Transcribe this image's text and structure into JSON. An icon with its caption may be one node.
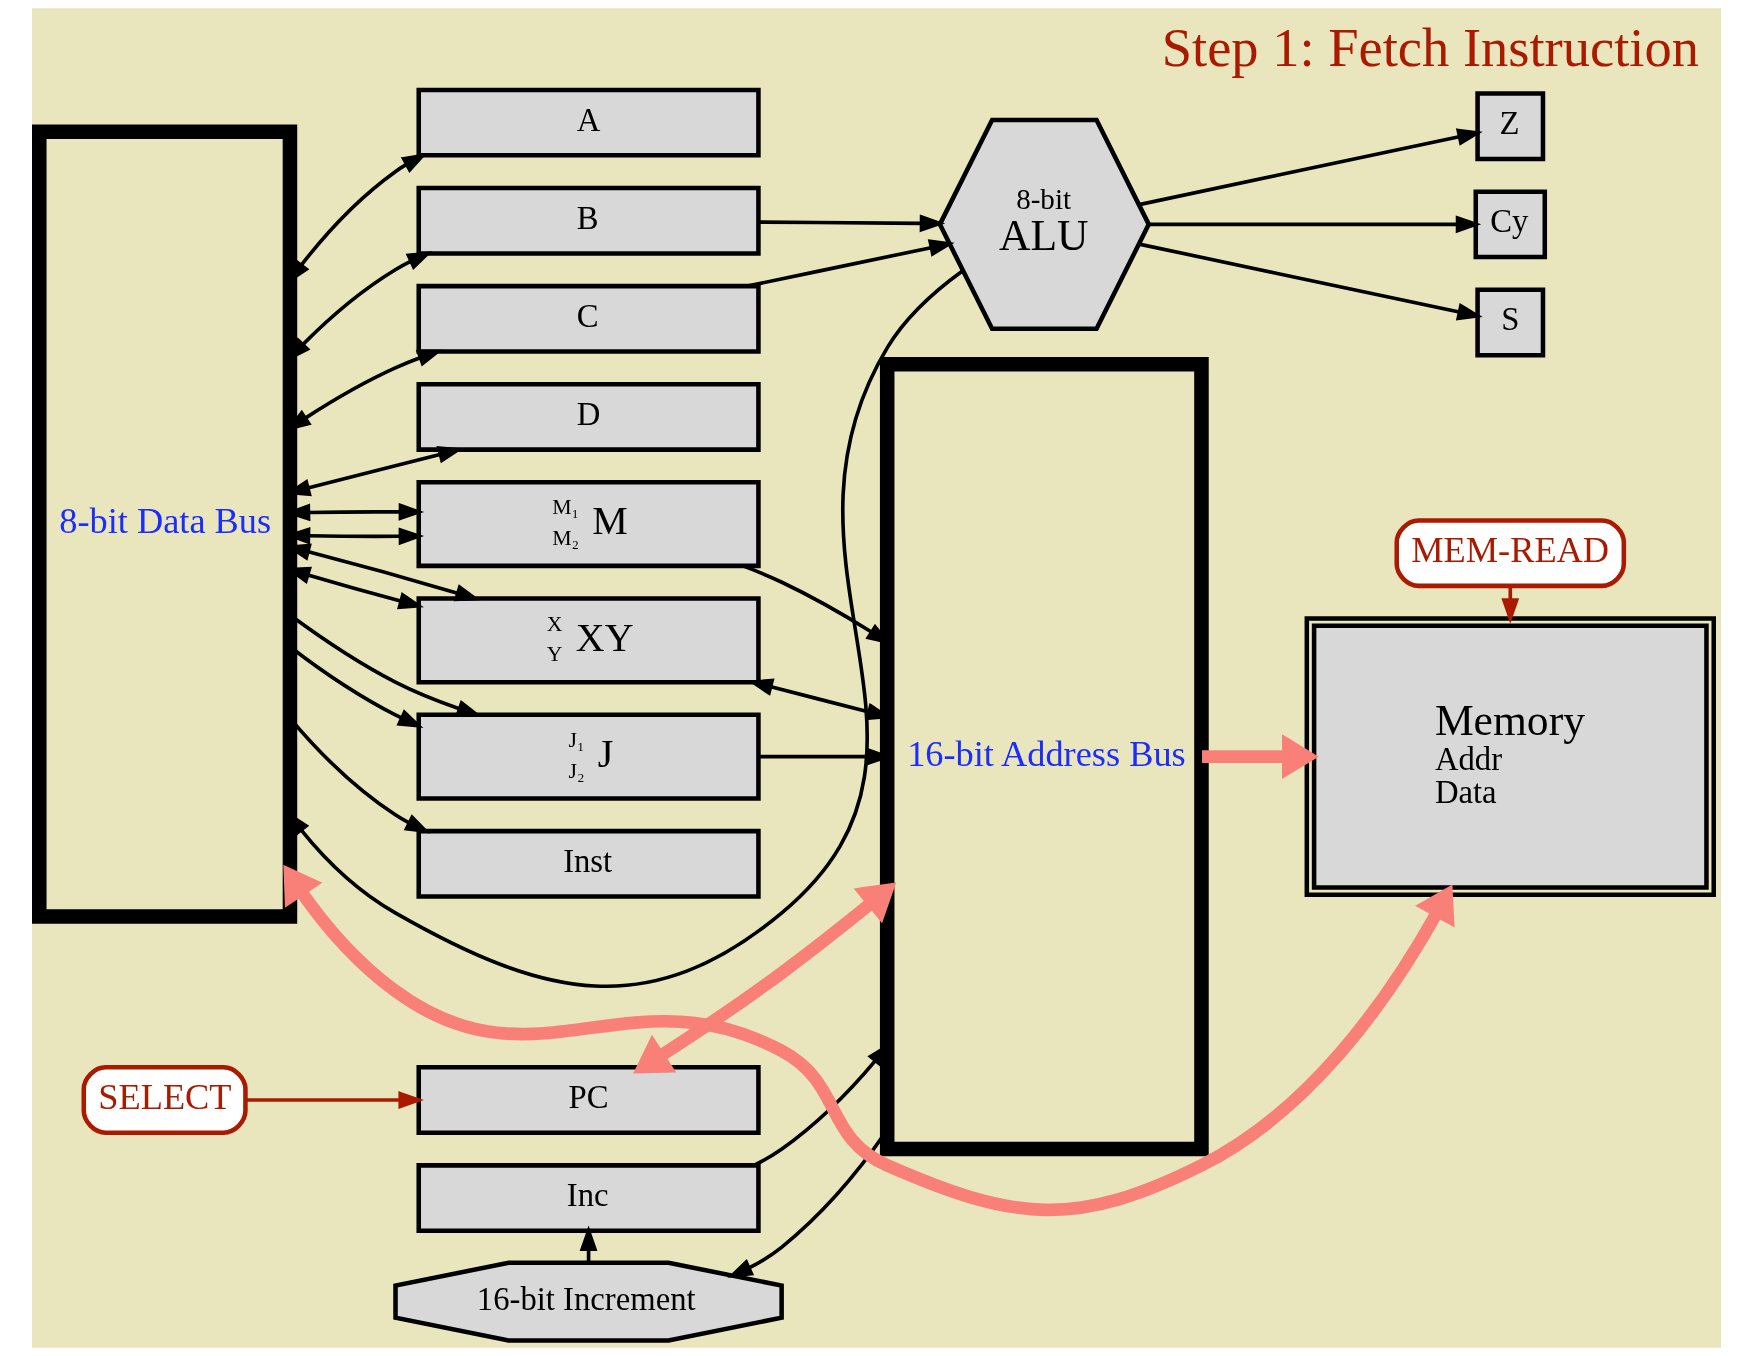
{
  "diagram": {
    "title": "Step 1: Fetch Instruction",
    "nodes": [
      {
        "text": [
          "8-bit Data Bus"
        ]
      },
      {
        "text": [
          "A"
        ]
      },
      {
        "text": [
          "B"
        ]
      },
      {
        "text": [
          "C"
        ]
      },
      {
        "text": [
          "D"
        ]
      },
      {
        "text": [
          "M₁",
          "M₂",
          "M"
        ]
      },
      {
        "text": [
          "X",
          "Y",
          "XY"
        ]
      },
      {
        "text": [
          "J₁",
          "J₂",
          "J"
        ]
      },
      {
        "text": [
          "Inst"
        ]
      },
      {
        "text": [
          "PC"
        ]
      },
      {
        "text": [
          "Inc"
        ]
      },
      {
        "text": [
          "16-bit Increment"
        ]
      },
      {
        "text": [
          "16-bit Address Bus"
        ]
      },
      {
        "text": [
          "8-bit",
          "ALU"
        ]
      },
      {
        "text": [
          "Z"
        ]
      },
      {
        "text": [
          "Cy"
        ]
      },
      {
        "text": [
          "S"
        ]
      },
      {
        "text": [
          "SELECT"
        ]
      },
      {
        "text": [
          "MEM-READ"
        ]
      },
      {
        "text": [
          "Memory",
          "Addr",
          "Data"
        ]
      }
    ],
    "edges": [
      {
        "from": 0,
        "to": 1,
        "arrow": "both"
      },
      {
        "from": 0,
        "to": 2,
        "arrow": "both"
      },
      {
        "from": 0,
        "to": 3,
        "arrow": "both"
      },
      {
        "from": 0,
        "to": 4,
        "arrow": "both"
      },
      {
        "from": 0,
        "to": 5,
        "arrow": "both"
      },
      {
        "from": 0,
        "to": 5,
        "arrow": "both"
      },
      {
        "from": 0,
        "to": 6,
        "arrow": "both"
      },
      {
        "from": 0,
        "to": 6,
        "arrow": "both"
      },
      {
        "from": 0,
        "to": 7,
        "arrow": "to"
      },
      {
        "from": 0,
        "to": 7,
        "arrow": "to"
      },
      {
        "from": 0,
        "to": 8,
        "arrow": "to"
      },
      {
        "from": 2,
        "to": 13,
        "arrow": "to"
      },
      {
        "from": 3,
        "to": 13,
        "arrow": "to"
      },
      {
        "from": 13,
        "to": 0,
        "arrow": "to"
      },
      {
        "from": 13,
        "to": 14,
        "arrow": "to"
      },
      {
        "from": 13,
        "to": 15,
        "arrow": "to"
      },
      {
        "from": 13,
        "to": 16,
        "arrow": "to"
      },
      {
        "from": 5,
        "to": 12,
        "arrow": "to"
      },
      {
        "from": 6,
        "to": 12,
        "arrow": "both"
      },
      {
        "from": 7,
        "to": 12,
        "arrow": "to"
      },
      {
        "from": 9,
        "to": 12,
        "arrow": "both",
        "style": "thick",
        "color": "#f88078"
      },
      {
        "from": 10,
        "to": 12,
        "arrow": "to"
      },
      {
        "from": 11,
        "to": 10,
        "arrow": "to"
      },
      {
        "from": 12,
        "to": 11,
        "arrow": "to"
      },
      {
        "from": 12,
        "to": 19,
        "arrow": "to",
        "style": "thick",
        "color": "#f88078"
      },
      {
        "from": 19,
        "to": 0,
        "arrow": "both",
        "style": "thick",
        "color": "#f88078"
      },
      {
        "from": 17,
        "to": 9,
        "arrow": "to",
        "color": "#aa1a00"
      },
      {
        "from": 18,
        "to": 19,
        "arrow": "to",
        "color": "#aa1a00"
      }
    ]
  }
}
